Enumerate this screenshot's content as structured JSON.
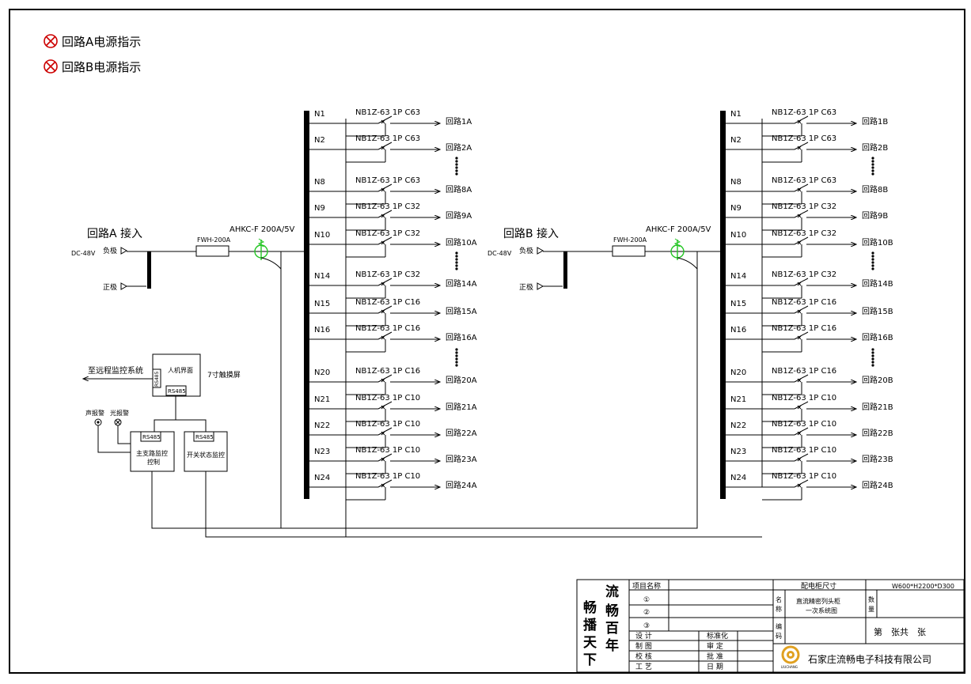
{
  "legend": [
    "回路A电源指示",
    "回路B电源指示"
  ],
  "panels": [
    {
      "title": "回路A 接入",
      "supply": "DC-48V",
      "neg": "负极",
      "pos": "正极",
      "fuse": "FWH-200A",
      "sensor": "AHKC-F 200A/5V",
      "circuits": [
        {
          "n": "N1",
          "breaker": "NB1Z-63 1P C63",
          "out": "回路1A"
        },
        {
          "n": "N2",
          "breaker": "NB1Z-63 1P C63",
          "out": "回路2A"
        },
        {
          "n": "N8",
          "breaker": "NB1Z-63 1P C63",
          "out": "回路8A"
        },
        {
          "n": "N9",
          "breaker": "NB1Z-63 1P C32",
          "out": "回路9A"
        },
        {
          "n": "N10",
          "breaker": "NB1Z-63 1P C32",
          "out": "回路10A"
        },
        {
          "n": "N14",
          "breaker": "NB1Z-63 1P C32",
          "out": "回路14A"
        },
        {
          "n": "N15",
          "breaker": "NB1Z-63 1P C16",
          "out": "回路15A"
        },
        {
          "n": "N16",
          "breaker": "NB1Z-63 1P C16",
          "out": "回路16A"
        },
        {
          "n": "N20",
          "breaker": "NB1Z-63 1P C16",
          "out": "回路20A"
        },
        {
          "n": "N21",
          "breaker": "NB1Z-63 1P C10",
          "out": "回路21A"
        },
        {
          "n": "N22",
          "breaker": "NB1Z-63 1P C10",
          "out": "回路22A"
        },
        {
          "n": "N23",
          "breaker": "NB1Z-63 1P C10",
          "out": "回路23A"
        },
        {
          "n": "N24",
          "breaker": "NB1Z-63 1P C10",
          "out": "回路24A"
        }
      ]
    },
    {
      "title": "回路B 接入",
      "supply": "DC-48V",
      "neg": "负极",
      "pos": "正极",
      "fuse": "FWH-200A",
      "sensor": "AHKC-F 200A/5V",
      "circuits": [
        {
          "n": "N1",
          "breaker": "NB1Z-63 1P C63",
          "out": "回路1B"
        },
        {
          "n": "N2",
          "breaker": "NB1Z-63 1P C63",
          "out": "回路2B"
        },
        {
          "n": "N8",
          "breaker": "NB1Z-63 1P C63",
          "out": "回路8B"
        },
        {
          "n": "N9",
          "breaker": "NB1Z-63 1P C32",
          "out": "回路9B"
        },
        {
          "n": "N10",
          "breaker": "NB1Z-63 1P C32",
          "out": "回路10B"
        },
        {
          "n": "N14",
          "breaker": "NB1Z-63 1P C32",
          "out": "回路14B"
        },
        {
          "n": "N15",
          "breaker": "NB1Z-63 1P C16",
          "out": "回路15B"
        },
        {
          "n": "N16",
          "breaker": "NB1Z-63 1P C16",
          "out": "回路16B"
        },
        {
          "n": "N20",
          "breaker": "NB1Z-63 1P C16",
          "out": "回路20B"
        },
        {
          "n": "N21",
          "breaker": "NB1Z-63 1P C10",
          "out": "回路21B"
        },
        {
          "n": "N22",
          "breaker": "NB1Z-63 1P C10",
          "out": "回路22B"
        },
        {
          "n": "N23",
          "breaker": "NB1Z-63 1P C10",
          "out": "回路23B"
        },
        {
          "n": "N24",
          "breaker": "NB1Z-63 1P C10",
          "out": "回路24B"
        }
      ]
    }
  ],
  "monitor": {
    "remote": "至远程监控系统",
    "hmi": "人机界面",
    "rs485": "RS485",
    "touch": "7寸触摸屏",
    "sound_alarm": "声报警",
    "light_alarm": "光报警",
    "main_ctrl_1": "主支路监控",
    "main_ctrl_2": "控制",
    "switch_ctrl": "开关状态监控"
  },
  "title_block": {
    "project_name": "项目名称",
    "marks": [
      "①",
      "②",
      "③"
    ],
    "roles_left": [
      "设 计",
      "制 图",
      "校 核",
      "工 艺"
    ],
    "roles_right": [
      "标准化",
      "审 定",
      "批 准",
      "日 期"
    ],
    "cabinet_size_label": "配电柜尺寸",
    "cabinet_size": "W600*H2200*D300",
    "name_label": "名称",
    "drawing_name_1": "直流精密列头柜",
    "drawing_name_2": "一次系统图",
    "qty_label": "数量",
    "code_label": "编码",
    "sheet": "第　张共　张",
    "company": "石家庄流畅电子科技有限公司",
    "logo_text": "LIUCHANG",
    "calligraphy": [
      "流",
      "畅",
      "百",
      "年",
      "畅",
      "播",
      "天",
      "下"
    ]
  },
  "colors": {
    "line": "#000000",
    "indicator": "#cc0000",
    "sensor": "#22c522",
    "logo": "#e0a020"
  }
}
